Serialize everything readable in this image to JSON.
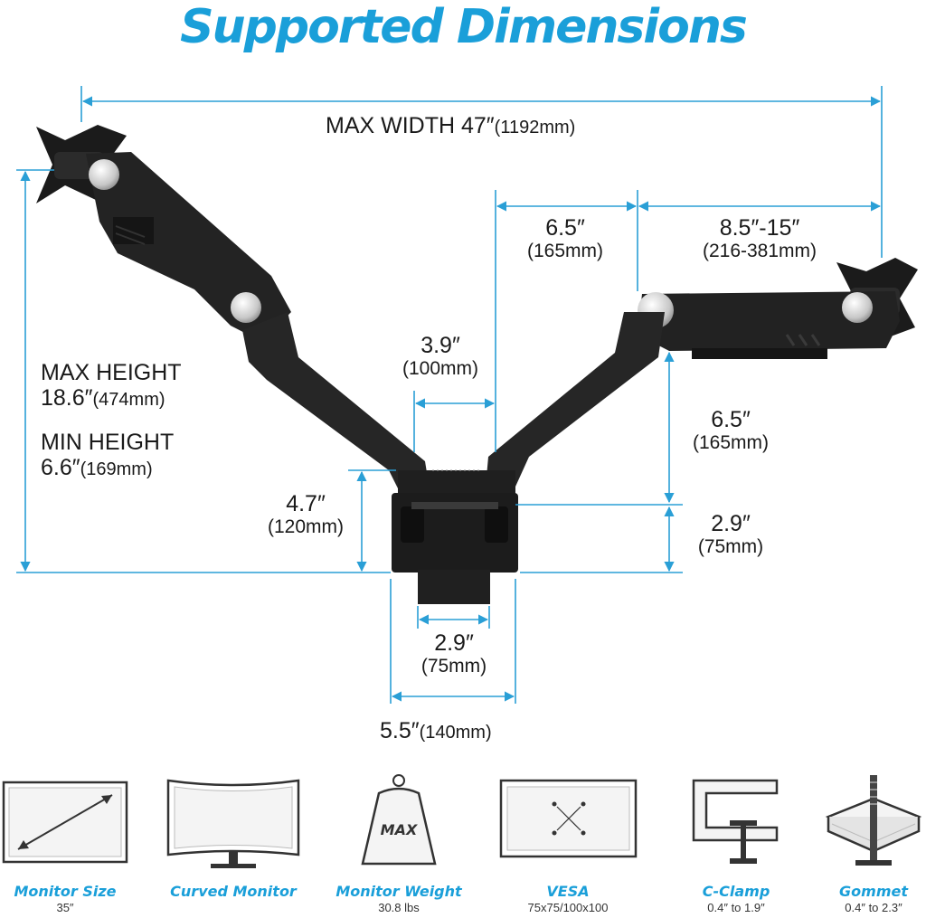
{
  "title": "Supported Dimensions",
  "dimensions": {
    "max_width": {
      "value": "MAX WIDTH 47″",
      "metric": "(1192mm)"
    },
    "arm_span": {
      "value": "6.5″",
      "metric": "(165mm)"
    },
    "arm_extension": {
      "value": "8.5″-15″",
      "metric": "(216-381mm)"
    },
    "pole_gap": {
      "value": "3.9″",
      "metric": "(100mm)"
    },
    "max_height": {
      "label": "MAX HEIGHT",
      "value": "18.6″",
      "metric": "(474mm)"
    },
    "min_height": {
      "label": "MIN HEIGHT",
      "value": "6.6″",
      "metric": "(169mm)"
    },
    "left_height": {
      "value": "4.7″",
      "metric": "(120mm)"
    },
    "right_upper": {
      "value": "6.5″",
      "metric": "(165mm)"
    },
    "right_lower": {
      "value": "2.9″",
      "metric": "(75mm)"
    },
    "clamp_gap": {
      "value": "2.9″",
      "metric": "(75mm)"
    },
    "base_width": {
      "value": "5.5″",
      "metric": "(140mm)"
    }
  },
  "weight_tag": "MAX",
  "specs": [
    {
      "icon": "monitor-size-icon",
      "label": "Monitor Size",
      "value": "35″"
    },
    {
      "icon": "curved-monitor-icon",
      "label": "Curved Monitor",
      "value": ""
    },
    {
      "icon": "weight-icon",
      "label": "Monitor Weight",
      "value": "30.8 lbs"
    },
    {
      "icon": "vesa-icon",
      "label": "VESA",
      "value": "75x75/100x100"
    },
    {
      "icon": "c-clamp-icon",
      "label": "C-Clamp",
      "value": "0.4″ to 1.9″"
    },
    {
      "icon": "grommet-icon",
      "label": "Gommet",
      "value": "0.4″ to 2.3″"
    }
  ],
  "colors": {
    "accent": "#1a9fd9",
    "dimension_line": "#2a9fd6",
    "arm": "#222222"
  }
}
